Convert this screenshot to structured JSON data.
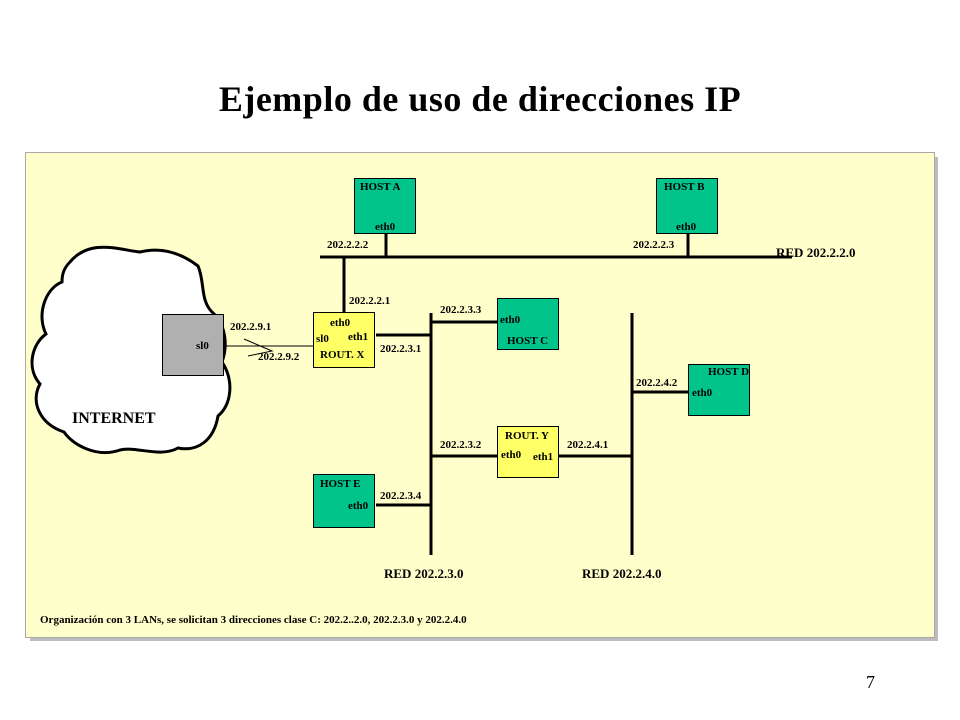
{
  "title": "Ejemplo de uso de direcciones IP",
  "page_number": "7",
  "caption": "Organización con 3 LANs, se solicitan 3 direcciones clase C: 202.2..2.0, 202.2.3.0 y 202.2.4.0",
  "internet": {
    "label": "INTERNET",
    "device_port": "sl0"
  },
  "networks": {
    "red1": "RED 202.2.2.0",
    "red2": "RED 202.2.3.0",
    "red3": "RED 202.2.4.0"
  },
  "hosts": {
    "a": {
      "name": "HOST A",
      "port": "eth0",
      "ip": "202.2.2.2"
    },
    "b": {
      "name": "HOST B",
      "port": "eth0",
      "ip": "202.2.2.3"
    },
    "c": {
      "name": "HOST C",
      "port": "eth0",
      "ip": "202.2.3.3"
    },
    "d": {
      "name": "HOST D",
      "port": "eth0",
      "ip": "202.2.4.2"
    },
    "e": {
      "name": "HOST E",
      "port": "eth0",
      "ip": "202.2.3.4"
    }
  },
  "router_x": {
    "name": "ROUT. X",
    "eth0": "eth0",
    "eth1": "eth1",
    "sl0": "sl0",
    "ip_eth0": "202.2.2.1",
    "ip_eth1": "202.2.3.1",
    "ip_sl0": "202.2.9.2",
    "ip_remote": "202.2.9.1"
  },
  "router_y": {
    "name": "ROUT. Y",
    "eth0": "eth0",
    "eth1": "eth1",
    "ip_eth0": "202.2.3.2",
    "ip_eth1": "202.2.4.1"
  },
  "colors": {
    "panel": "#ffffcc",
    "host": "#00c48a",
    "router": "#ffff66",
    "internet_device": "#b0b0b0"
  }
}
